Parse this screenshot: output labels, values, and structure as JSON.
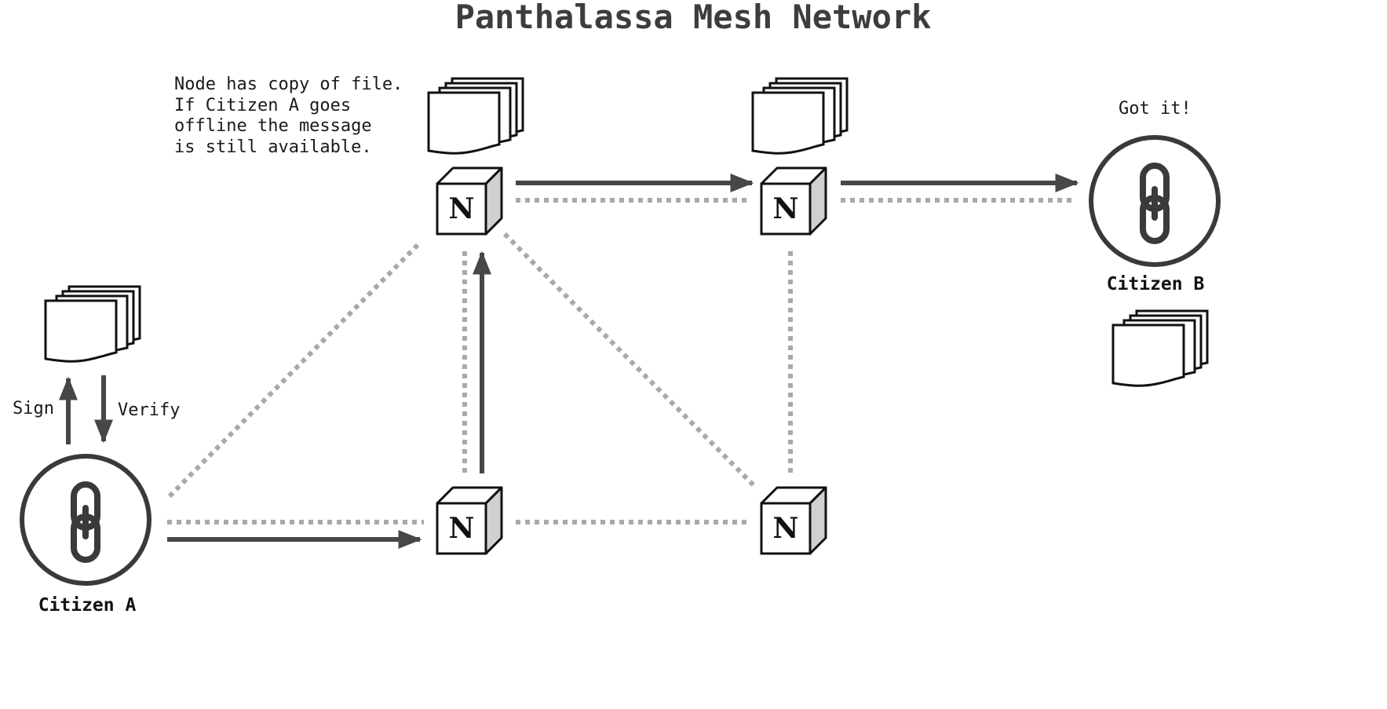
{
  "title": "Panthalassa Mesh Network",
  "note_lines": [
    "Node has copy of file.",
    "If Citizen A goes",
    "offline the message",
    "is still available."
  ],
  "labels": {
    "sign": "Sign",
    "verify": "Verify",
    "got_it": "Got it!",
    "citizen_a": "Citizen A",
    "citizen_b": "Citizen B"
  },
  "node_letter": "N",
  "colors": {
    "arrow": "#474747",
    "dotted_link": "#a9a9a9",
    "cube_side": "#d0d0d0",
    "title": "#3d3d3d"
  },
  "icons": {
    "document_stack": "document-stack-icon",
    "chain_link": "chain-link-icon",
    "node_cube": "node-cube-icon"
  }
}
